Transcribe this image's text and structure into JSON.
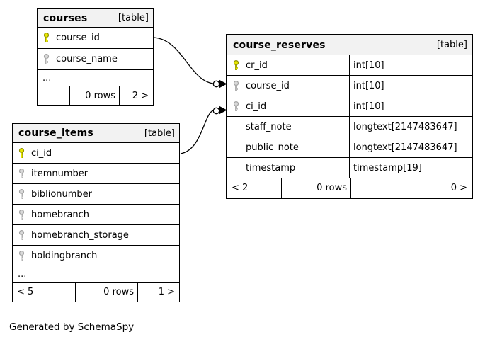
{
  "credit": "Generated by SchemaSpy",
  "colors": {
    "header_bg": "#f2f2f2",
    "border": "#000000",
    "primary_key_fill": "#e8e800",
    "primary_key_stroke": "#8f8f00",
    "foreign_key_fill": "#d9d9d9",
    "foreign_key_stroke": "#a3a3a3"
  },
  "tables": [
    {
      "name": "courses",
      "badge": "[table]",
      "columns": [
        {
          "name": "course_id",
          "key": "primary"
        },
        {
          "name": "course_name",
          "key": "indexed"
        }
      ],
      "ellipsis": "...",
      "footer": {
        "left": "",
        "center": "0 rows",
        "right": "2 >"
      }
    },
    {
      "name": "course_items",
      "badge": "[table]",
      "columns": [
        {
          "name": "ci_id",
          "key": "primary"
        },
        {
          "name": "itemnumber",
          "key": "indexed"
        },
        {
          "name": "biblionumber",
          "key": "indexed"
        },
        {
          "name": "homebranch",
          "key": "indexed"
        },
        {
          "name": "homebranch_storage",
          "key": "indexed"
        },
        {
          "name": "holdingbranch",
          "key": "indexed"
        }
      ],
      "ellipsis": "...",
      "footer": {
        "left": "< 5",
        "center": "0 rows",
        "right": "1 >"
      }
    },
    {
      "name": "course_reserves",
      "badge": "[table]",
      "columns": [
        {
          "name": "cr_id",
          "type": "int[10]",
          "key": "primary"
        },
        {
          "name": "course_id",
          "type": "int[10]",
          "key": "indexed"
        },
        {
          "name": "ci_id",
          "type": "int[10]",
          "key": "indexed"
        },
        {
          "name": "staff_note",
          "type": "longtext[2147483647]",
          "key": "none"
        },
        {
          "name": "public_note",
          "type": "longtext[2147483647]",
          "key": "none"
        },
        {
          "name": "timestamp",
          "type": "timestamp[19]",
          "key": "none"
        }
      ],
      "footer": {
        "left": "< 2",
        "center": "0 rows",
        "right": "0 >"
      }
    }
  ],
  "relationships": [
    {
      "from": "courses.course_id",
      "to": "course_reserves.course_id"
    },
    {
      "from": "course_items.ci_id",
      "to": "course_reserves.ci_id"
    }
  ]
}
